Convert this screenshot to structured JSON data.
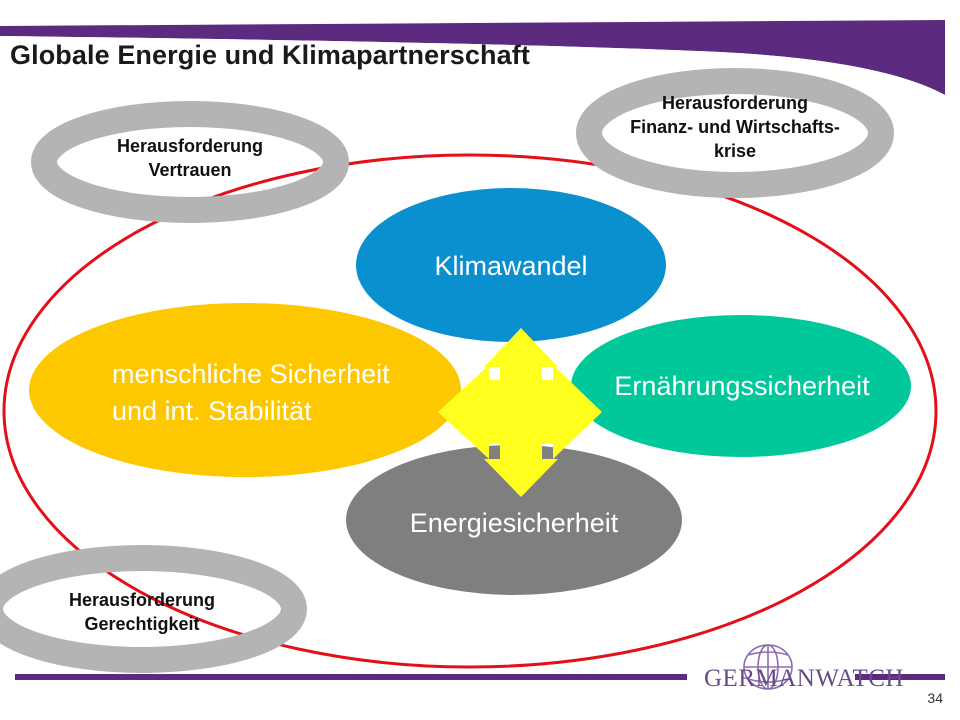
{
  "slide": {
    "title": "Globale Energie und Klimapartnerschaft",
    "page_number": "34"
  },
  "challenges": {
    "trust": {
      "line1": "Herausforderung",
      "line2": "Vertrauen"
    },
    "crisis": {
      "line1": "Herausforderung",
      "line2": "Finanz- und Wirtschafts-",
      "line3": "krise"
    },
    "justice": {
      "line1": "Herausforderung",
      "line2": "Gerechtigkeit"
    }
  },
  "topics": {
    "climate": "Klimawandel",
    "human_security_line1": "menschliche Sicherheit",
    "human_security_line2": "und int. Stabilität",
    "food_security": "Ernährungssicherheit",
    "energy_security": "Energiesicherheit"
  },
  "logo": {
    "name": "GERMANWATCH"
  },
  "colors": {
    "purple": "#5c2a7e",
    "red_ring": "#e3101a",
    "gray_ring": "#b4b4b4",
    "climate_blue": "#0a8fcf",
    "human_yellow": "#fdc800",
    "food_green": "#00c89b",
    "energy_gray": "#7f7f7f",
    "arrow_yellow": "#ffff1e"
  }
}
